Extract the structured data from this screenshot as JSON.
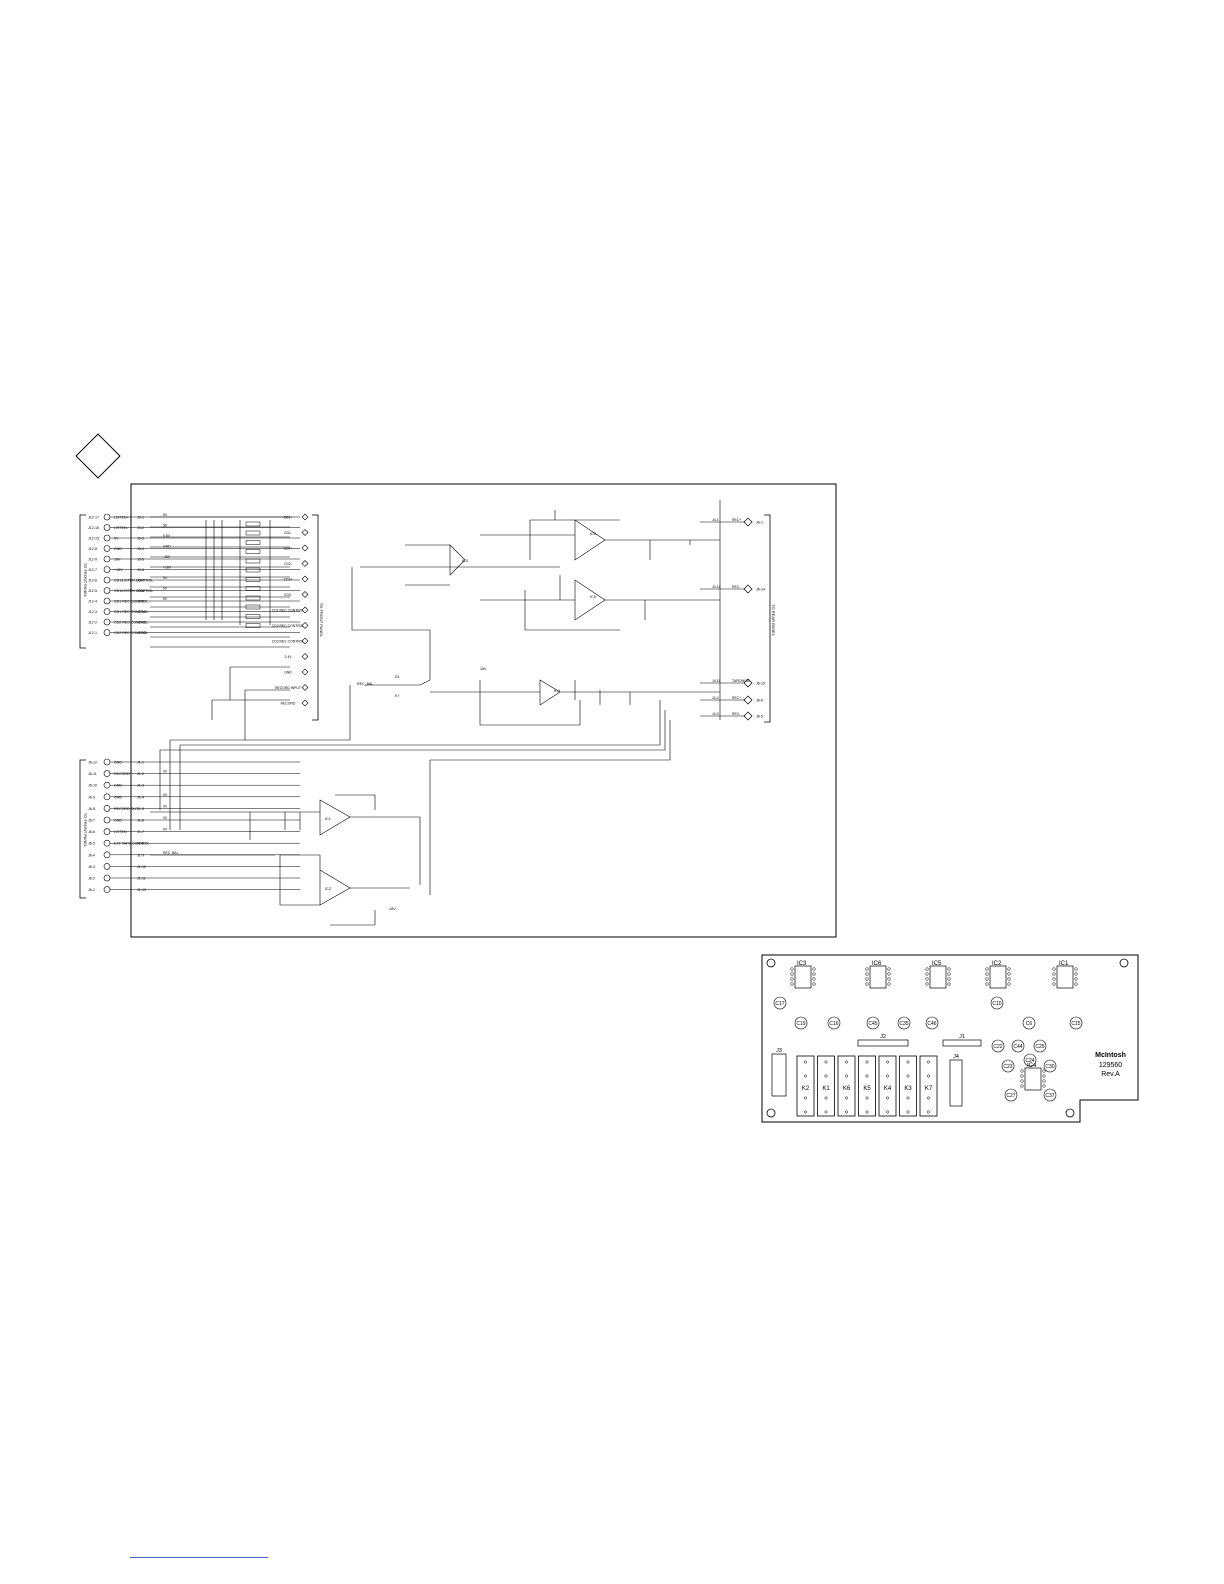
{
  "schematic": {
    "left_side_label_top": "TO FRONT PANEL",
    "left_side_label_bottom": "TO FRONT PANEL",
    "right_side_label_top": "TO FRONT PANEL",
    "right_side_label_mid": "TO REAR PANEL",
    "left_connectors_top": [
      {
        "pin": "J12-17",
        "label": "LISTEN+",
        "ref": "J3-1",
        "note": "5V"
      },
      {
        "pin": "J12-16",
        "label": "LISTEN-",
        "ref": "J3-2",
        "note": "5V"
      },
      {
        "pin": "J12-15",
        "label": "5V",
        "ref": "J3-3",
        "note": "5.8V"
      },
      {
        "pin": "J12-8",
        "label": "GND",
        "ref": "J3-4",
        "note": "GND"
      },
      {
        "pin": "J12-9",
        "label": "18V",
        "ref": "J3-5",
        "note": "-18V"
      },
      {
        "pin": "J12-7",
        "label": "+18V",
        "ref": "J3-6",
        "note": "+18V"
      },
      {
        "pin": "J12-6",
        "label": "CD1/LISTEN CONTROL",
        "ref": "J3-7",
        "note": "5V"
      },
      {
        "pin": "J12-5",
        "label": "CD1/LISTEN CONTROL",
        "ref": "J3-8",
        "note": "5V"
      },
      {
        "pin": "J12-4",
        "label": "CD1 REC CONTROL",
        "ref": "J3-9",
        "note": "5V"
      },
      {
        "pin": "J12-3",
        "label": "CD1 REC CONTROL",
        "ref": "J3-10",
        "note": ""
      },
      {
        "pin": "J12-2",
        "label": "CD2 REC CONTROL",
        "ref": "J3-11",
        "note": ""
      },
      {
        "pin": "J12-1",
        "label": "CD2 REC CONTROL",
        "ref": "J3-12",
        "note": ""
      }
    ],
    "left_connectors_bottom": [
      {
        "pin": "J6-12",
        "label": "GND",
        "ref": "J1-1",
        "note": ""
      },
      {
        "pin": "J6-11",
        "label": "RECORD",
        "ref": "J1-2",
        "note": "0V"
      },
      {
        "pin": "J6-10",
        "label": "GND",
        "ref": "J1-3",
        "note": ""
      },
      {
        "pin": "J6-9",
        "label": "GND",
        "ref": "J1-4",
        "note": "0V"
      },
      {
        "pin": "J6-8",
        "label": "RECORD OUT",
        "ref": "J1-5",
        "note": "0V"
      },
      {
        "pin": "J6-7",
        "label": "GND",
        "ref": "J1-6",
        "note": "0V"
      },
      {
        "pin": "J6-6",
        "label": "LISTEN",
        "ref": "J1-7",
        "note": "0V"
      },
      {
        "pin": "J6-5",
        "label": "EXT TAPE CONTROL",
        "ref": "J1-8",
        "note": ""
      },
      {
        "pin": "J6-4",
        "label": "",
        "ref": "J1-9",
        "note": "REC_BAL"
      },
      {
        "pin": "J6-3",
        "label": "",
        "ref": "J1-10",
        "note": ""
      },
      {
        "pin": "J6-2",
        "label": "",
        "ref": "J1-11",
        "note": ""
      },
      {
        "pin": "J6-1",
        "label": "",
        "ref": "J1-12",
        "note": ""
      }
    ],
    "right_relay_labels": [
      "CD1+",
      "CD1-",
      "CD2+",
      "CD2-",
      "CD3+",
      "CD3-",
      "CD1 REC CONTROL",
      "CD2 REC CONTROL",
      "CD3 REC CONTROL",
      "2.4V",
      "GND",
      "RECORD INPUT",
      "RECORD"
    ],
    "right_outputs": [
      {
        "ref": "J4-1",
        "label": "REC+",
        "pin": "J6-1"
      },
      {
        "ref": "J4-14",
        "label": "REC-",
        "pin": "J6-14"
      },
      {
        "ref": "J4-11",
        "label": "TAPE/MON",
        "pin": "J6-15"
      },
      {
        "ref": "J4-4",
        "label": "REC+",
        "pin": "J6-6"
      },
      {
        "ref": "J4-3",
        "label": "REC-",
        "pin": "J6-5"
      }
    ],
    "ic_labels": [
      "IC3",
      "IC6",
      "IC5",
      "IC4",
      "IC1",
      "IC2"
    ],
    "misc_labels": [
      "REC_BAL",
      "K7",
      "D1",
      "18V",
      "-18V"
    ]
  },
  "pcb": {
    "board_id": "129560",
    "revision": "Rev.A",
    "brand": "McIntosh",
    "ic_labels": [
      "IC3",
      "IC6",
      "IC5",
      "IC2",
      "IC1",
      "IC4"
    ],
    "relays": [
      "K2",
      "K1",
      "K6",
      "K5",
      "K4",
      "K3",
      "K7"
    ],
    "connectors": [
      "J2",
      "J1",
      "J3",
      "J4"
    ],
    "caps": [
      "C17",
      "C19",
      "C16",
      "C45",
      "C35",
      "C46",
      "C10",
      "C6",
      "C15",
      "C22",
      "C44",
      "C25",
      "C23",
      "C24",
      "C27",
      "C30",
      "C37"
    ]
  },
  "colors": {
    "line": "#000000",
    "accent_line": "#4a63c9"
  }
}
